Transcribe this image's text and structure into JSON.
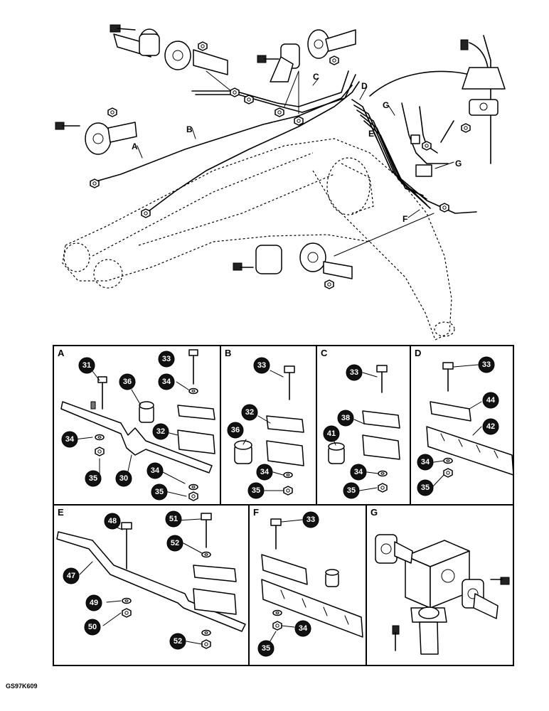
{
  "main_view": {
    "labels": [
      "A",
      "B",
      "C",
      "D",
      "E",
      "G",
      "G",
      "F"
    ]
  },
  "panels": [
    {
      "letter": "A",
      "callouts": [
        "31",
        "33",
        "36",
        "34",
        "32",
        "34",
        "30",
        "35",
        "34",
        "35"
      ]
    },
    {
      "letter": "B",
      "callouts": [
        "33",
        "32",
        "36",
        "34",
        "35"
      ]
    },
    {
      "letter": "C",
      "callouts": [
        "33",
        "38",
        "41",
        "34",
        "35"
      ]
    },
    {
      "letter": "D",
      "callouts": [
        "33",
        "44",
        "42",
        "34",
        "35"
      ]
    },
    {
      "letter": "E",
      "callouts": [
        "48",
        "51",
        "52",
        "47",
        "49",
        "50",
        "52"
      ]
    },
    {
      "letter": "F",
      "callouts": [
        "33",
        "34",
        "35"
      ]
    },
    {
      "letter": "G",
      "callouts": []
    }
  ],
  "footer": {
    "code": "GS97K609"
  }
}
